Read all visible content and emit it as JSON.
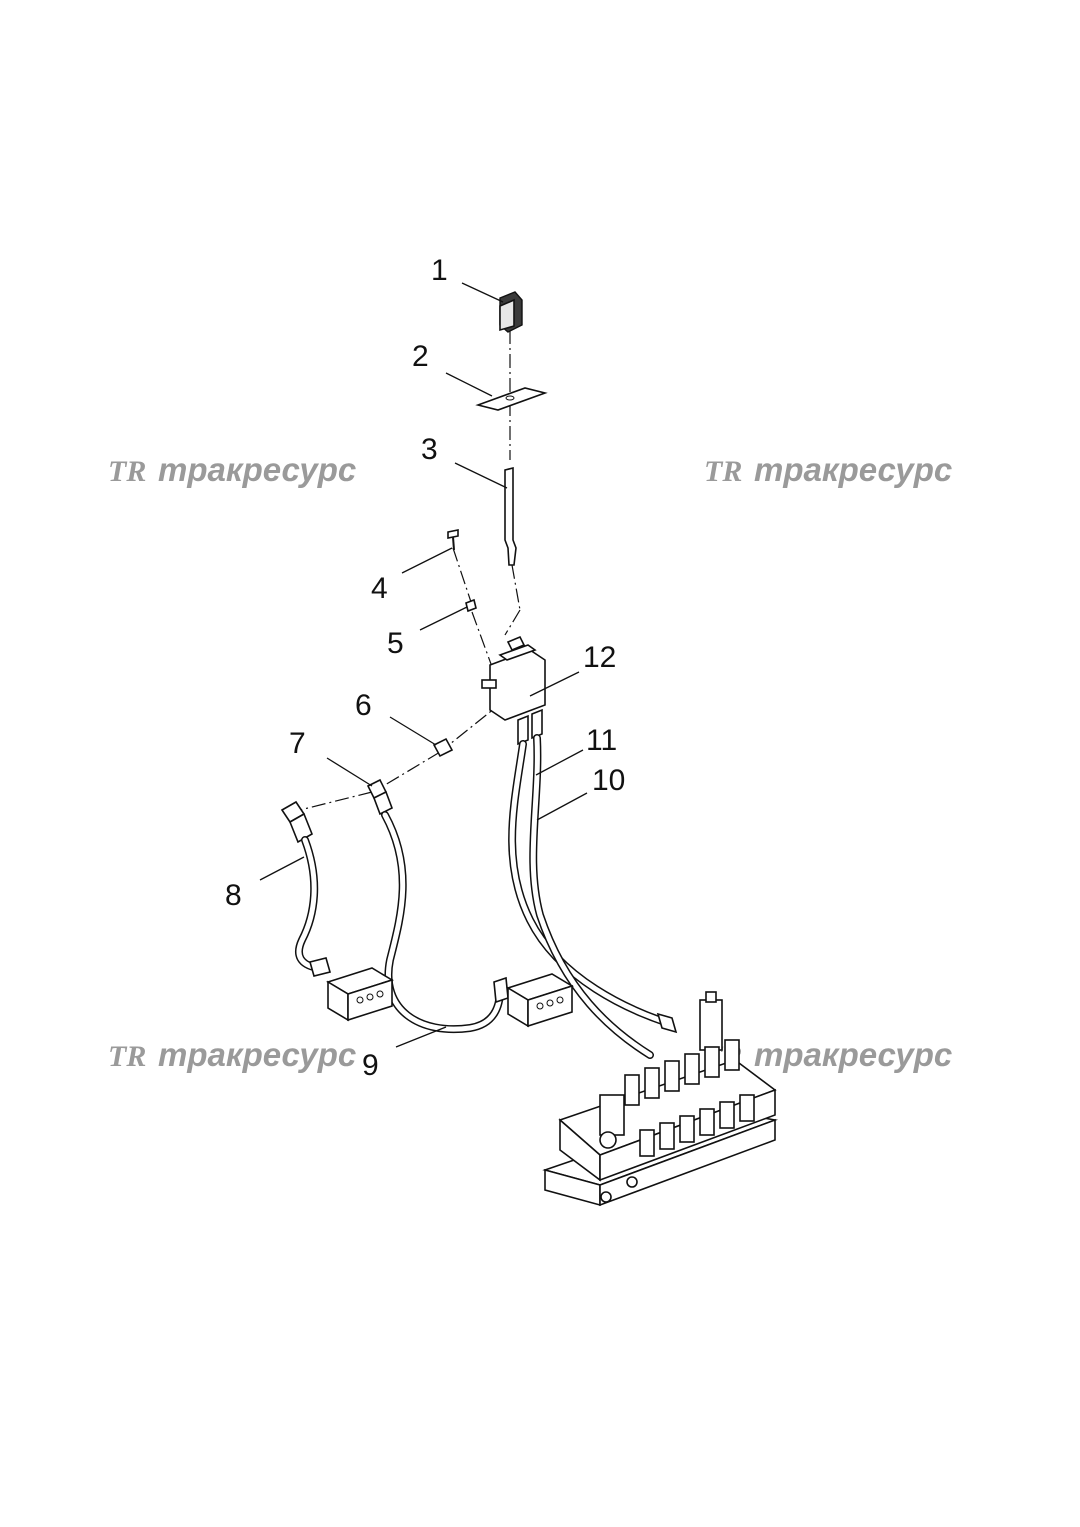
{
  "watermark": {
    "logo_text": "TR",
    "brand_text": "тракресурс"
  },
  "callouts": {
    "c1": "1",
    "c2": "2",
    "c3": "3",
    "c4": "4",
    "c5": "5",
    "c6": "6",
    "c7": "7",
    "c8": "8",
    "c9": "9",
    "c10": "10",
    "c11": "11",
    "c12": "12"
  }
}
